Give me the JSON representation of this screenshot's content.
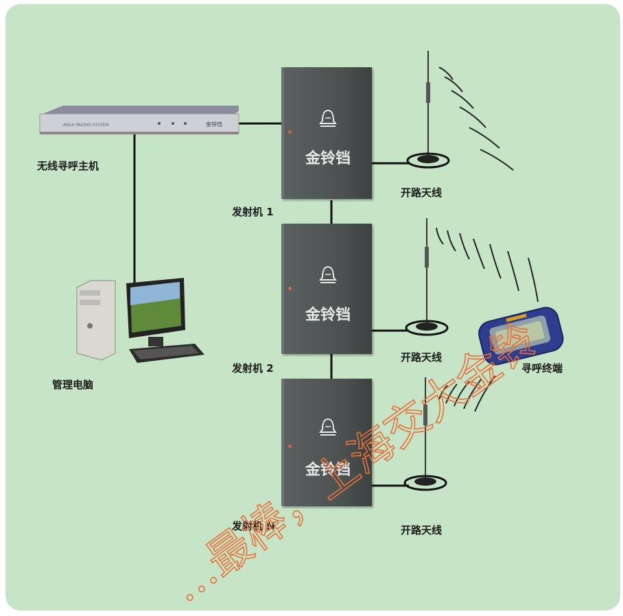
{
  "labels": {
    "host": "无线寻呼主机",
    "pc": "管理电脑",
    "tx1": "发射机 1",
    "tx2": "发射机 2",
    "txn": "发射机 N",
    "ant1": "开路天线",
    "ant2": "开路天线",
    "ant3": "开路天线",
    "pager": "寻呼终端"
  },
  "cabinet_brand": "金铃铛",
  "host_panel_text": "AREA PAGING SYSTEM",
  "host_logo_text": "金铃铛",
  "watermark_text": "…最棒，上海交大金铃",
  "colors": {
    "background": "#c6e4c6",
    "watermark": "#e8703a",
    "cabinet": "#4f5554",
    "line": "#111111"
  }
}
